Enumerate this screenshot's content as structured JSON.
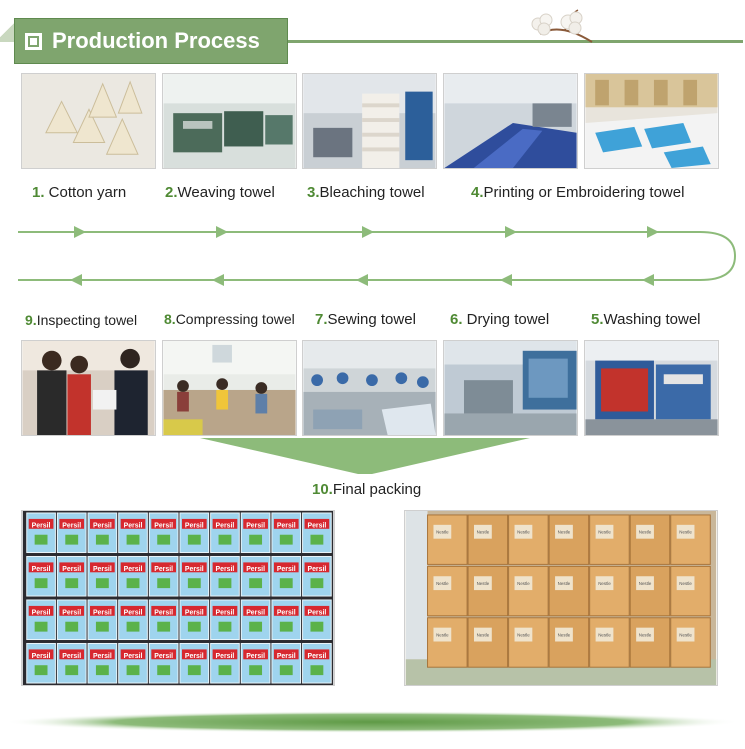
{
  "header": {
    "title": "Production Process"
  },
  "steps_row1": [
    {
      "num": "1.",
      "label": " Cotton yarn"
    },
    {
      "num": "2.",
      "label": "Weaving towel"
    },
    {
      "num": "3.",
      "label": "Bleaching towel"
    },
    {
      "num": "4.",
      "label": "Printing or Embroidering  towel"
    }
  ],
  "steps_row2": [
    {
      "num": "9.",
      "label": "Inspecting towel"
    },
    {
      "num": "8.",
      "label": "Compressing towel"
    },
    {
      "num": "7.",
      "label": "Sewing towel"
    },
    {
      "num": "6.",
      "label": " Drying towel"
    },
    {
      "num": "5.",
      "label": "Washing towel"
    }
  ],
  "final": {
    "num": "10.",
    "label": "Final packing"
  },
  "packaging_brands": {
    "left": "Persil",
    "right": "Nestle"
  },
  "colors": {
    "accent_green": "#7fa56e",
    "number_green": "#4f8a34",
    "arrow_green": "#8dbb7a"
  }
}
